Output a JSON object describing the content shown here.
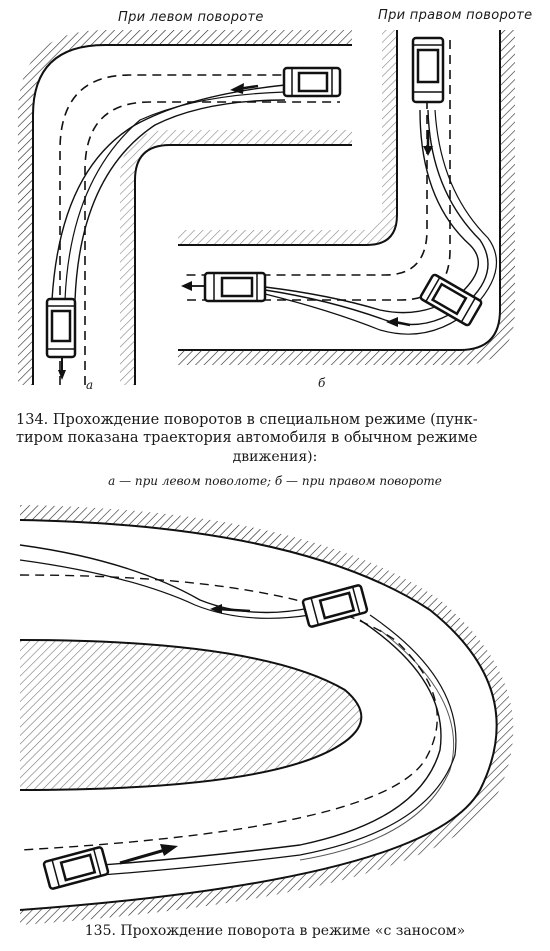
{
  "figure134": {
    "label_left": "При левом повороте",
    "label_right": "При правом повороте",
    "marker_a": "а",
    "marker_b": "б",
    "caption_line1": "134. Прохождение поворотов в специальном режиме (пунк-",
    "caption_line2": "тиром показана траектория автомобиля в обычном режиме",
    "caption_line3": "движения):",
    "subcaption": "а — при левом поволоте; б — при правом повороте"
  },
  "figure135": {
    "caption": "135. Прохождение поворота в режиме «с заносом»"
  }
}
